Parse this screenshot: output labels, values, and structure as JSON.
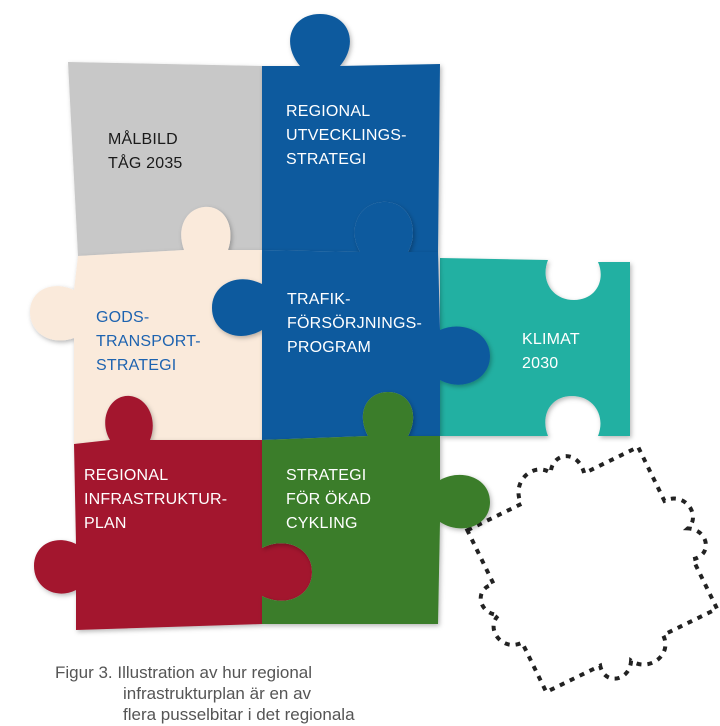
{
  "pieces": {
    "malbild": {
      "label": "MÅLBILD\nTÅG 2035",
      "color": "#c8c8c8",
      "text_color": "#1a1a1a"
    },
    "utveckling": {
      "label": "REGIONAL\nUTVECKLINGS-\nSTRATEGI",
      "color": "#0d5a9e",
      "text_color": "#ffffff"
    },
    "gods": {
      "label": "GODS-\nTRANSPORT-\nSTRATEGI",
      "color": "#faeadb",
      "text_color": "#1d63b0"
    },
    "trafik": {
      "label": "TRAFIK-\nFÖRSÖRJNINGS-\nPROGRAM",
      "color": "#0d5a9e",
      "text_color": "#ffffff"
    },
    "klimat": {
      "label": "KLIMAT\n2030",
      "color": "#24b0a2",
      "text_color": "#ffffff"
    },
    "infra": {
      "label": "REGIONAL\nINFRASTRUKTUR-\nPLAN",
      "color": "#a3162f",
      "text_color": "#ffffff"
    },
    "cykling": {
      "label": "STRATEGI\nFÖR ÖKAD\nCYKLING",
      "color": "#3b7d2c",
      "text_color": "#ffffff"
    }
  },
  "caption": {
    "line1": "Figur 3. Illustration av hur regional",
    "line2": "infrastrukturplan är en av",
    "line3": "flera pusselbitar i det regionala"
  }
}
